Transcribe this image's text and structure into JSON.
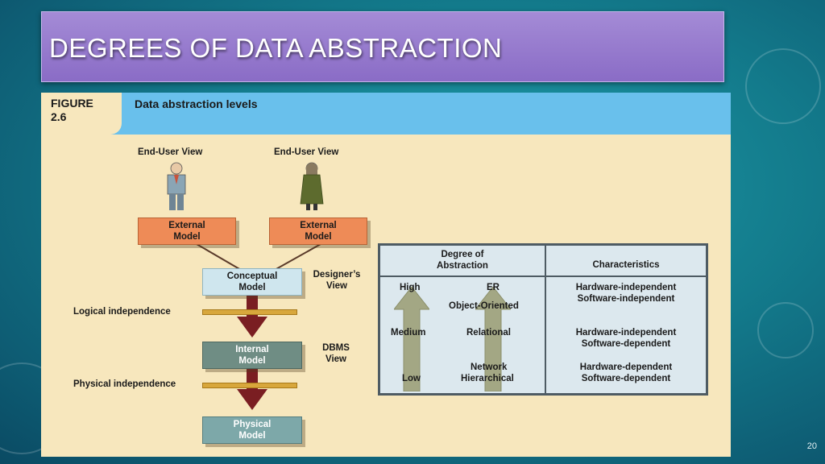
{
  "slide": {
    "title": "DEGREES OF DATA ABSTRACTION",
    "number": "20"
  },
  "figure": {
    "label": "FIGURE\n2.6",
    "title": "Data abstraction levels",
    "end_user_view_1": "End-User View",
    "end_user_view_2": "End-User View",
    "external_model_1": "External\nModel",
    "external_model_2": "External\nModel",
    "conceptual_model": "Conceptual\nModel",
    "designers_view": "Designer’s\nView",
    "logical_independence": "Logical independence",
    "internal_model": "Internal\nModel",
    "dbms_view": "DBMS\nView",
    "physical_independence": "Physical independence",
    "physical_model": "Physical\nModel"
  },
  "table": {
    "header_degree": "Degree of\nAbstraction",
    "header_characteristics": "Characteristics",
    "levels": {
      "high": "High",
      "medium": "Medium",
      "low": "Low"
    },
    "models": {
      "er": "ER",
      "oo": "Object-Oriented",
      "relational": "Relational",
      "network": "Network",
      "hierarchical": "Hierarchical"
    },
    "characteristics": {
      "high": "Hardware-independent\nSoftware-independent",
      "medium": "Hardware-independent\nSoftware-dependent",
      "low": "Hardware-dependent\nSoftware-dependent"
    }
  },
  "colors": {
    "title_bar": "#8a6cc6",
    "figure_bg": "#f7e7bd",
    "header_blue": "#69c0ec",
    "external_box": "#ee8b57",
    "arrow": "#7a1e22"
  }
}
